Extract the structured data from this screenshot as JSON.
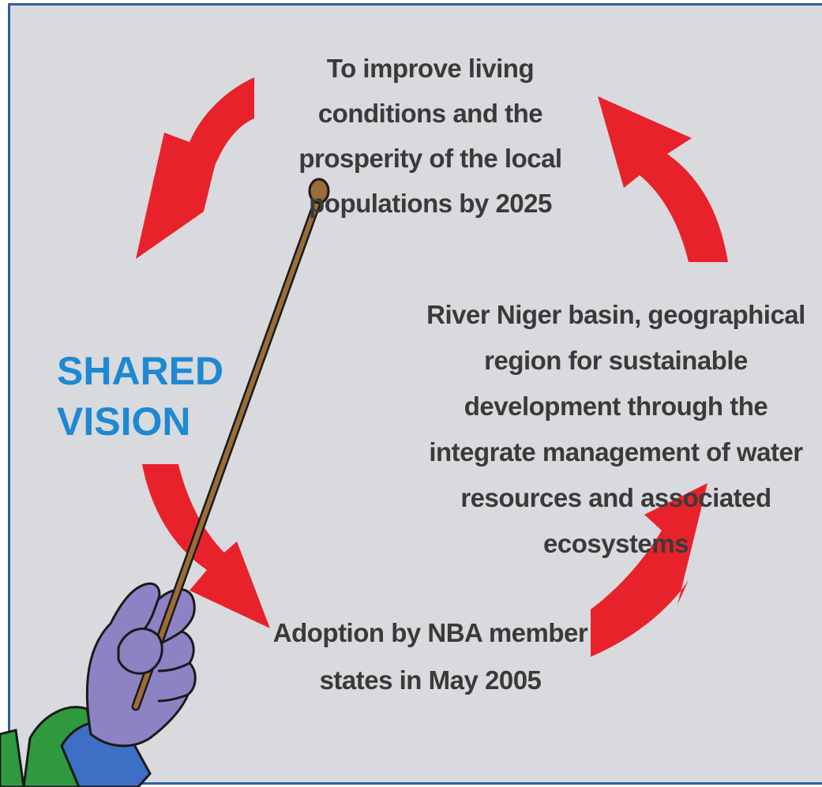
{
  "diagram": {
    "title": "SHARED VISION",
    "goal_text": "To improve living conditions and the prosperity of the local populations by 2025",
    "definition_text": "River Niger basin, geographical region for sustainable development through the integrate management of water resources and associated ecosystems",
    "adoption_text": "Adoption by NBA member states in May 2005",
    "colors": {
      "background": "#d9dadd",
      "border": "#2d5ea6",
      "arrow": "#e8222b",
      "title": "#1e88d2",
      "text": "#3a3a3a",
      "stick": "#9c6b3a",
      "glove": "#8c82c4",
      "sleeve_green": "#2e9a3d",
      "cuff_blue": "#3d6fc4"
    },
    "illustration": {
      "arrows": [
        "arrow-top-left",
        "arrow-top-right",
        "arrow-bottom-left",
        "arrow-bottom-right"
      ],
      "figure": "hand-holding-pointer-stick"
    }
  }
}
